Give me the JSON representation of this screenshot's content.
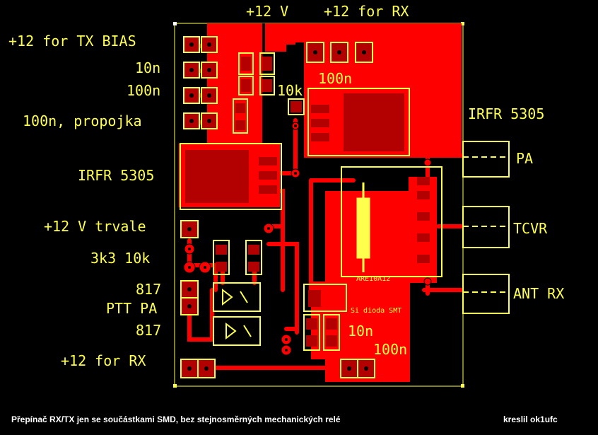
{
  "labels": {
    "plus12v": "+12 V",
    "plus12_for_rx_top": "+12 for RX",
    "plus12_tx_bias": "+12 for TX BIAS",
    "c10n_left": "10n",
    "c100n_left": "100n",
    "c100n_propojka": "100n, propojka",
    "irfr_left": "IRFR 5305",
    "plus12v_trvale": "+12 V trvale",
    "r3k3_10k": "3k3 10k",
    "opto817_a": "817",
    "ptt_pa": "PTT PA",
    "opto817_b": "817",
    "plus12_for_rx_bottom": "+12 for RX",
    "r10k": "10k",
    "c100n_top": "100n",
    "irfr_right": "IRFR 5305",
    "pa": "PA",
    "tcvr": "TCVR",
    "ant_rx": "ANT RX",
    "c10n_bottom": "10n",
    "c100n_bottom": "100n",
    "relay_part": "ARE10A12",
    "si_dioda": "Si dioda SMT"
  },
  "caption": {
    "description": "Přepínač RX/TX jen se součástkami SMD, bez stejnosměrných mechanických relé",
    "author": "kreslil ok1ufc"
  },
  "colors": {
    "background": "#000000",
    "copper": "#ff0000",
    "silkscreen": "#ffff4d",
    "pad_dark": "#b30000",
    "caption_text": "#ffffff"
  }
}
